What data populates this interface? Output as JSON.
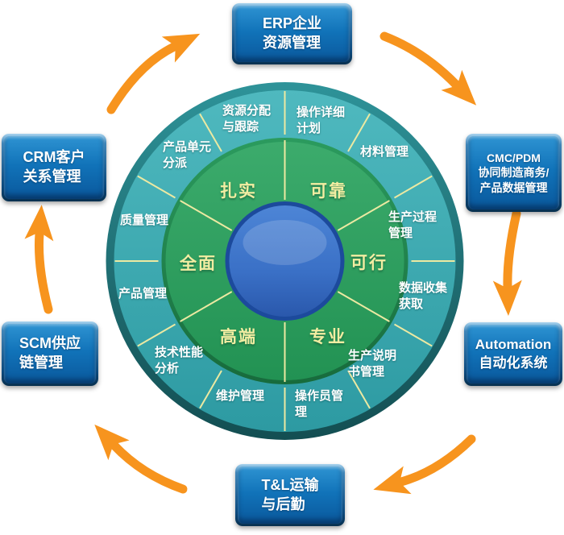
{
  "boxes": [
    {
      "id": "erp",
      "label": "ERP企业\n资源管理"
    },
    {
      "id": "cmc_pdm",
      "label": "CMC/PDM\n协同制造商务/\n产品数据管理"
    },
    {
      "id": "automation",
      "label": "Automation\n自动化系统"
    },
    {
      "id": "t_and_l",
      "label": "T&L运输\n与后勤"
    },
    {
      "id": "scm",
      "label": "SCM供应\n链管理"
    },
    {
      "id": "crm",
      "label": "CRM客户\n关系管理"
    }
  ],
  "wheel": {
    "outer_segments": [
      "资源分配\n与跟踪",
      "操作详细\n计划",
      "材料管理",
      "生产过程\n管理",
      "数据收集\n获取",
      "生产说明\n书管理",
      "操作员管\n理",
      "维护管理",
      "技术性能\n分析",
      "产品管理",
      "质量管理",
      "产品单元\n分派"
    ],
    "inner_segments": [
      "扎实",
      "可靠",
      "可行",
      "专业",
      "高端",
      "全面"
    ]
  },
  "arrows": [
    {
      "from": "crm",
      "to": "erp"
    },
    {
      "from": "erp",
      "to": "cmc_pdm"
    },
    {
      "from": "cmc_pdm",
      "to": "automation"
    },
    {
      "from": "automation",
      "to": "t_and_l"
    },
    {
      "from": "t_and_l",
      "to": "scm"
    },
    {
      "from": "scm",
      "to": "crm"
    }
  ],
  "colors": {
    "arrow": "#F7941E",
    "box_face": "#1173B9",
    "box_frame_dark": "#0A3C64",
    "outer_ring": "#3BAAB2",
    "outer_rim": "#1B6A70",
    "inner_disc": "#2CA05E",
    "center_hub": "#3A70C6",
    "divider_line": "#ECE9A2",
    "outer_label_text": "#FFFFFF",
    "inner_label_text": "#F2EDA2"
  }
}
